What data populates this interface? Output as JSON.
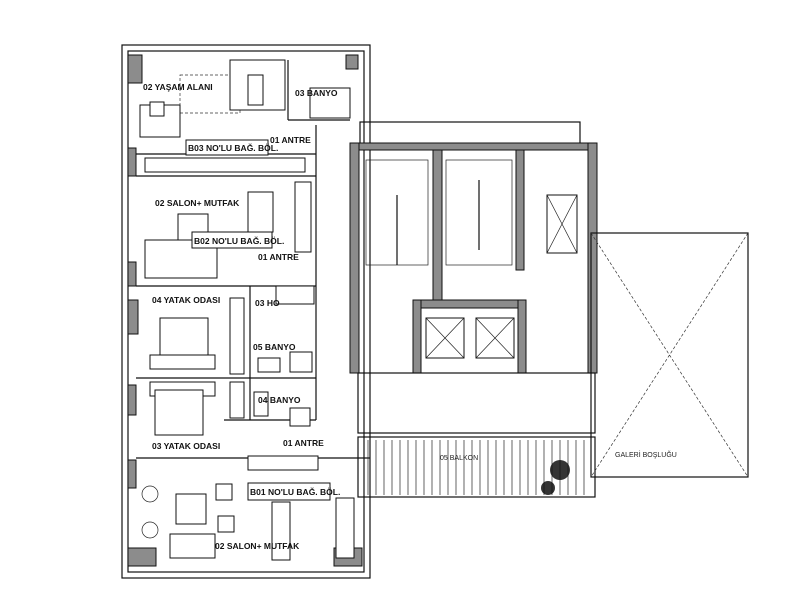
{
  "plan": {
    "units": [
      {
        "code": "B03 NO'LU BAĞ. BÖL.",
        "rooms": [
          "02 YAŞAM ALANI",
          "03 BANYO",
          "01 ANTRE"
        ]
      },
      {
        "code": "B02 NO'LU BAĞ. BÖL.",
        "rooms": [
          "02 SALON+ MUTFAK",
          "01 ANTRE",
          "04 YATAK ODASI",
          "03 HO",
          "05 BANYO"
        ]
      },
      {
        "code": "B01 NO'LU BAĞ. BÖL.",
        "rooms": [
          "04 BANYO",
          "03 YATAK ODASI",
          "01 ANTRE",
          "02 SALON+ MUTFAK"
        ]
      }
    ],
    "common": {
      "balcony": "05 BALKON",
      "void": "GALERİ BOŞLUĞU"
    }
  }
}
